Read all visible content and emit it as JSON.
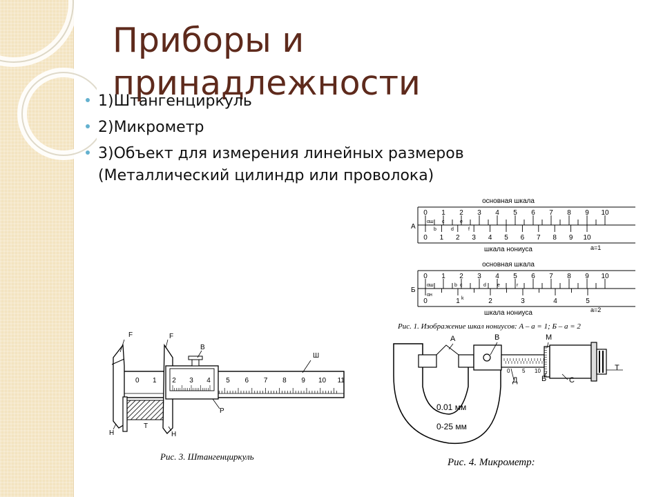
{
  "slide": {
    "title": "Приборы и принадлежности",
    "bullets": [
      "1)Штангенциркуль",
      "2)Микрометр",
      "3)Объект для измерения линейных размеров (Металлический цилиндр или проволока)"
    ]
  },
  "fig1": {
    "panel_a": {
      "letter": "А",
      "top_label": "основная шкала",
      "bottom_label": "шкала нониуса",
      "main_numbers": [
        "0",
        "1",
        "2",
        "3",
        "4",
        "5",
        "6",
        "7",
        "8",
        "9",
        "10"
      ],
      "vernier_numbers": [
        "0",
        "1",
        "2",
        "3",
        "4",
        "5",
        "6",
        "7",
        "8",
        "9",
        "10"
      ],
      "marks": [
        "αш",
        "c",
        "e",
        "b",
        "d",
        "f"
      ],
      "a_value": "a=1"
    },
    "panel_b": {
      "letter": "Б",
      "top_label": "основная шкала",
      "bottom_label": "шкала нониуса",
      "main_numbers": [
        "0",
        "1",
        "2",
        "3",
        "4",
        "5",
        "6",
        "7",
        "8",
        "9",
        "10"
      ],
      "vernier_numbers": [
        "0",
        "1",
        "2",
        "3",
        "4",
        "5"
      ],
      "marks": [
        "αш",
        "αн",
        "b",
        "c",
        "d",
        "e",
        "r",
        "k"
      ],
      "a_value": "a=2"
    },
    "caption": "Рис. 1. Изображение шкал нониусов: А – а = 1; Б – а = 2"
  },
  "fig3": {
    "labels": {
      "f_left": "F",
      "f_right": "F",
      "b": "B",
      "sh": "Ш",
      "t": "T",
      "p": "P",
      "h_left": "Н",
      "h_right": "Н"
    },
    "main_numbers": [
      "5",
      "6",
      "7",
      "8",
      "9",
      "10",
      "11"
    ],
    "jaw_numbers": [
      "0",
      "1"
    ],
    "vernier_numbers": [
      "2",
      "3",
      "4"
    ],
    "caption": "Рис. 3. Штангенциркуль"
  },
  "fig4": {
    "labels": {
      "a": "А",
      "b": "В",
      "m": "М",
      "t": "Т",
      "d": "Д",
      "bb": "Б",
      "c": "С"
    },
    "sleeve_numbers": [
      "0",
      "5",
      "10"
    ],
    "precision": "0.01 мм",
    "range": "0-25 мм",
    "caption": "Рис. 4. Микрометр:"
  }
}
